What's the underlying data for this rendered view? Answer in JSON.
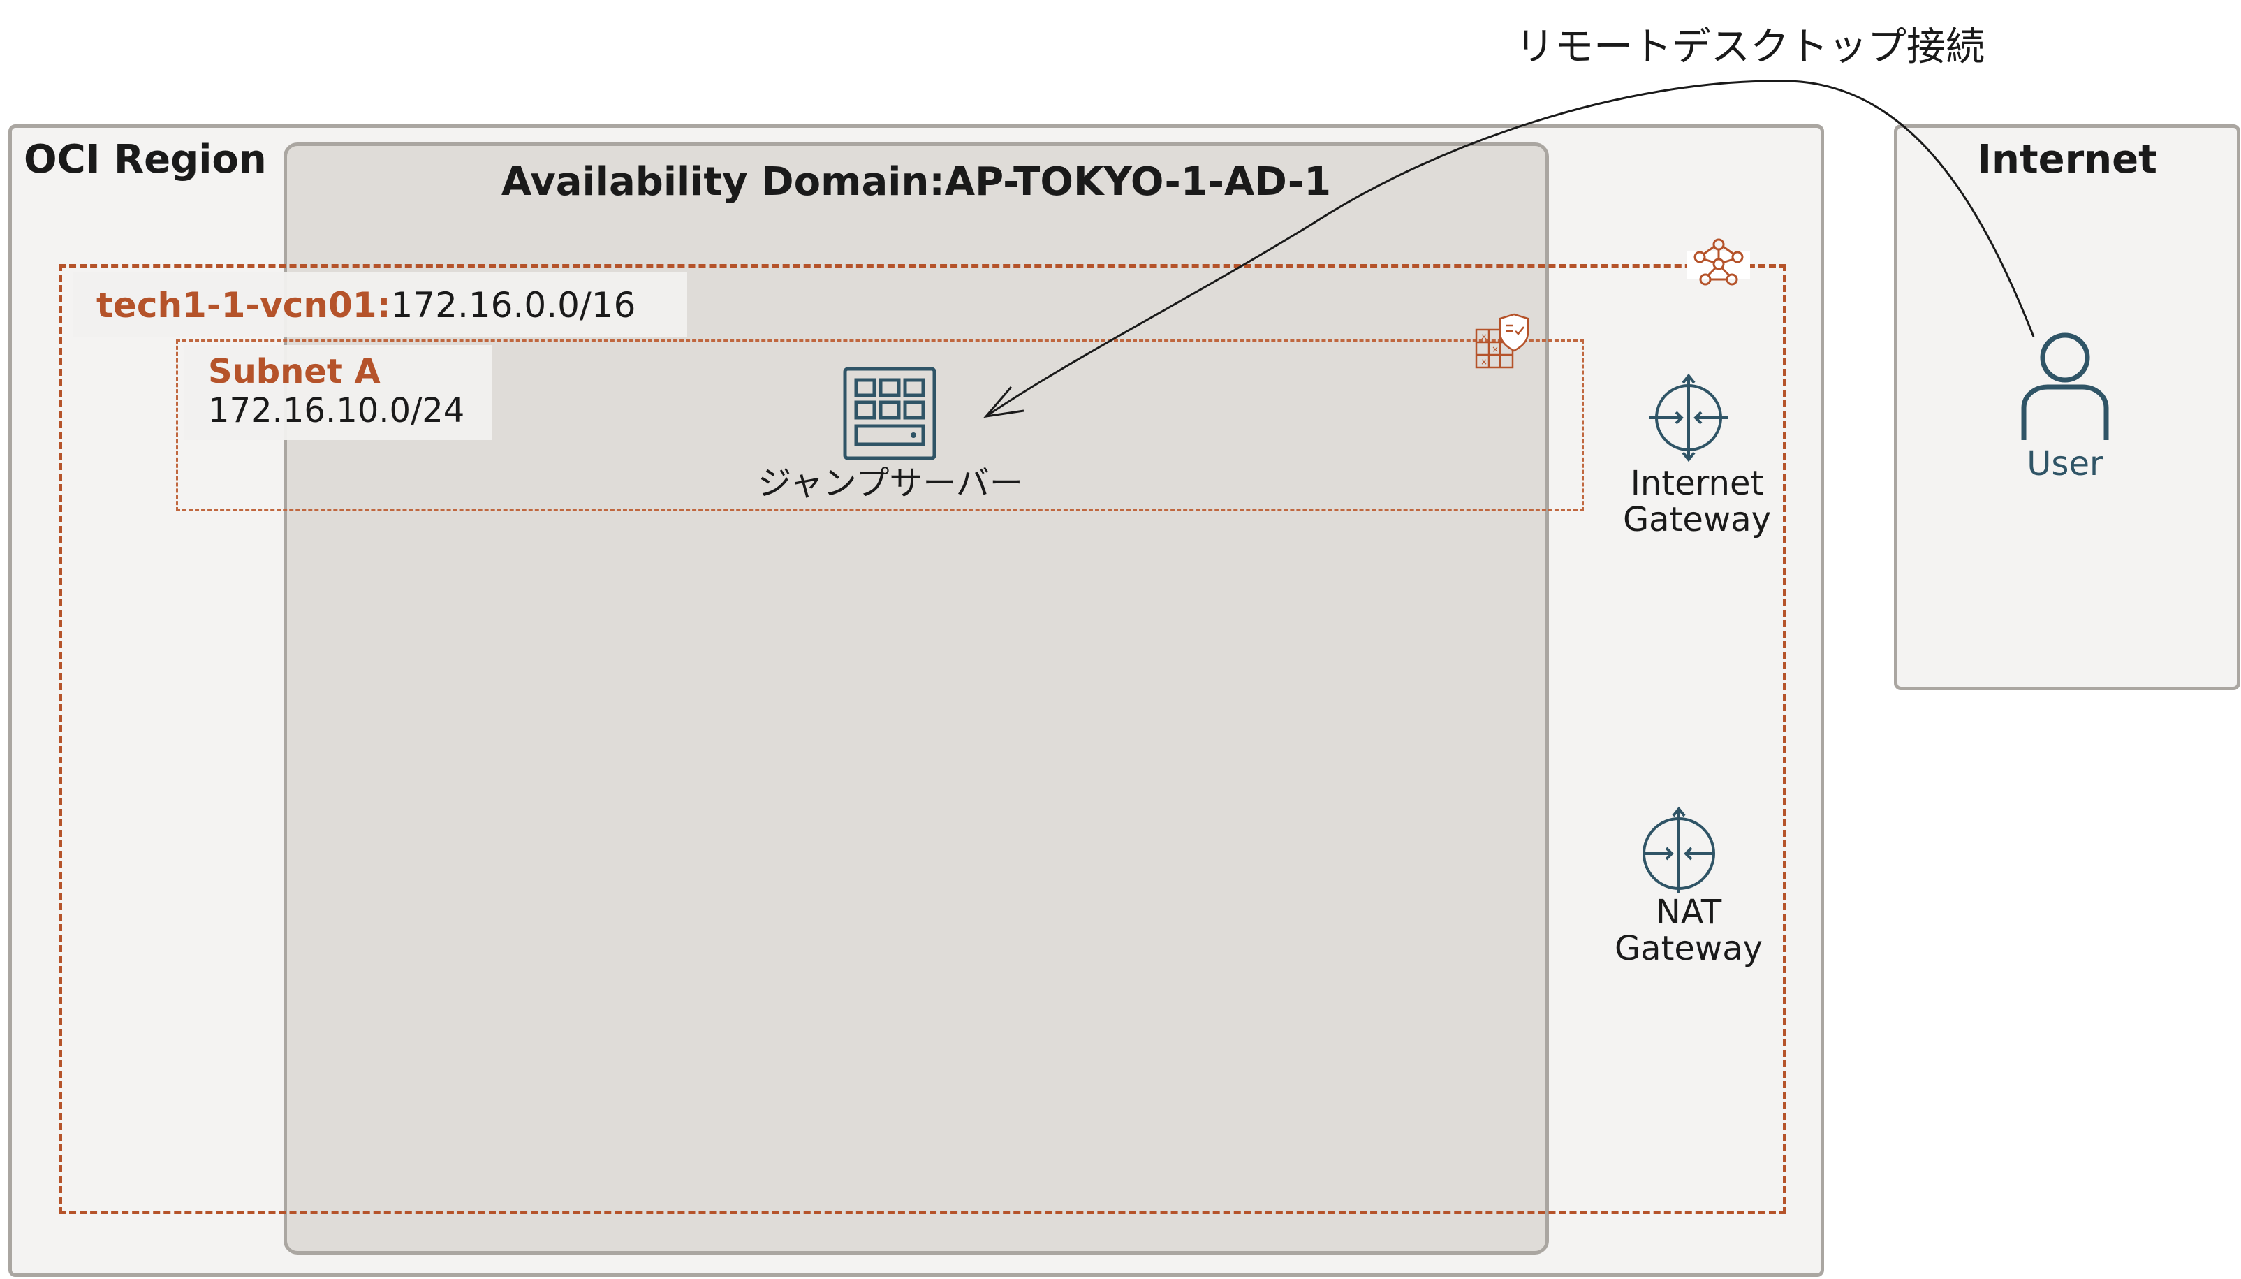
{
  "region": {
    "title": "OCI Region"
  },
  "internet": {
    "title": "Internet"
  },
  "availability_domain": {
    "title": "Availability Domain:AP-TOKYO-1-AD-1"
  },
  "vcn": {
    "name": "tech1-1-vcn01:",
    "cidr": "172.16.0.0/16"
  },
  "subnet": {
    "name": "Subnet A",
    "cidr": "172.16.10.0/24"
  },
  "jump_server": {
    "label": "ジャンプサーバー",
    "icon": "server-icon"
  },
  "internet_gateway": {
    "line1": "Internet",
    "line2": "Gateway",
    "icon": "internet-gateway-icon"
  },
  "nat_gateway": {
    "line1": "NAT",
    "line2": "Gateway",
    "icon": "nat-gateway-icon"
  },
  "user": {
    "label": "User",
    "icon": "user-icon"
  },
  "connection": {
    "label": "リモートデスクトップ接続"
  },
  "colors": {
    "accent": "#b5532a",
    "gateway_icon": "#2f5466",
    "region_bg": "#f4f3f2",
    "ad_bg": "#dfdcd8",
    "border": "#aaa6a1"
  }
}
